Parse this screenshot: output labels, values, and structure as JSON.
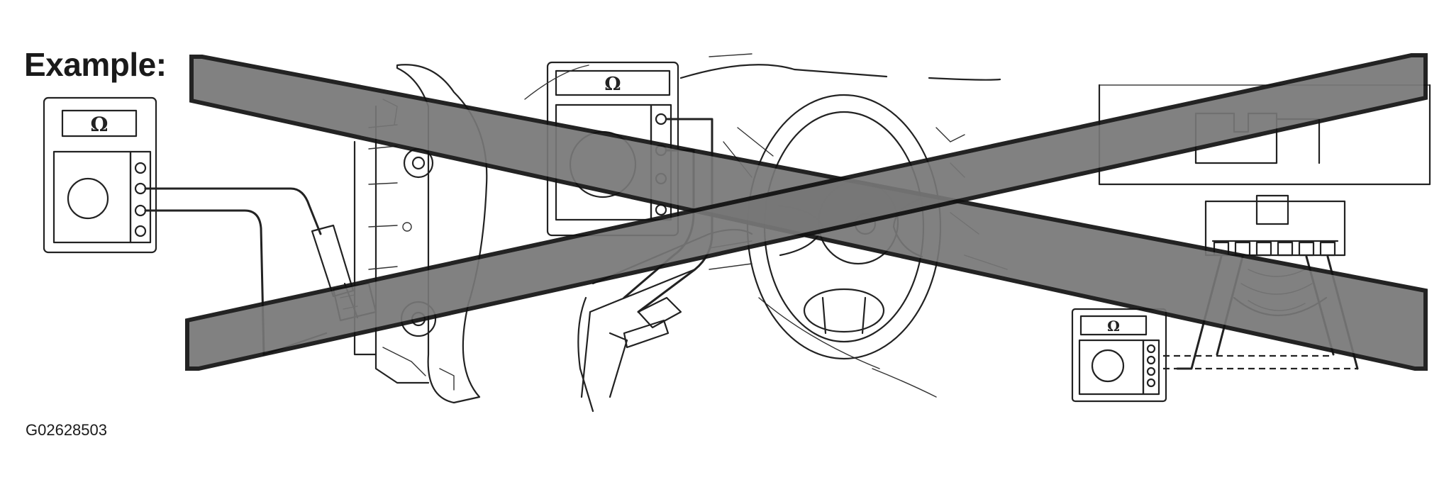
{
  "title": "Example:",
  "figure_code": "G02628503",
  "meter_symbol": "Ω",
  "colors": {
    "ink": "#222222",
    "cross": "#777777"
  }
}
